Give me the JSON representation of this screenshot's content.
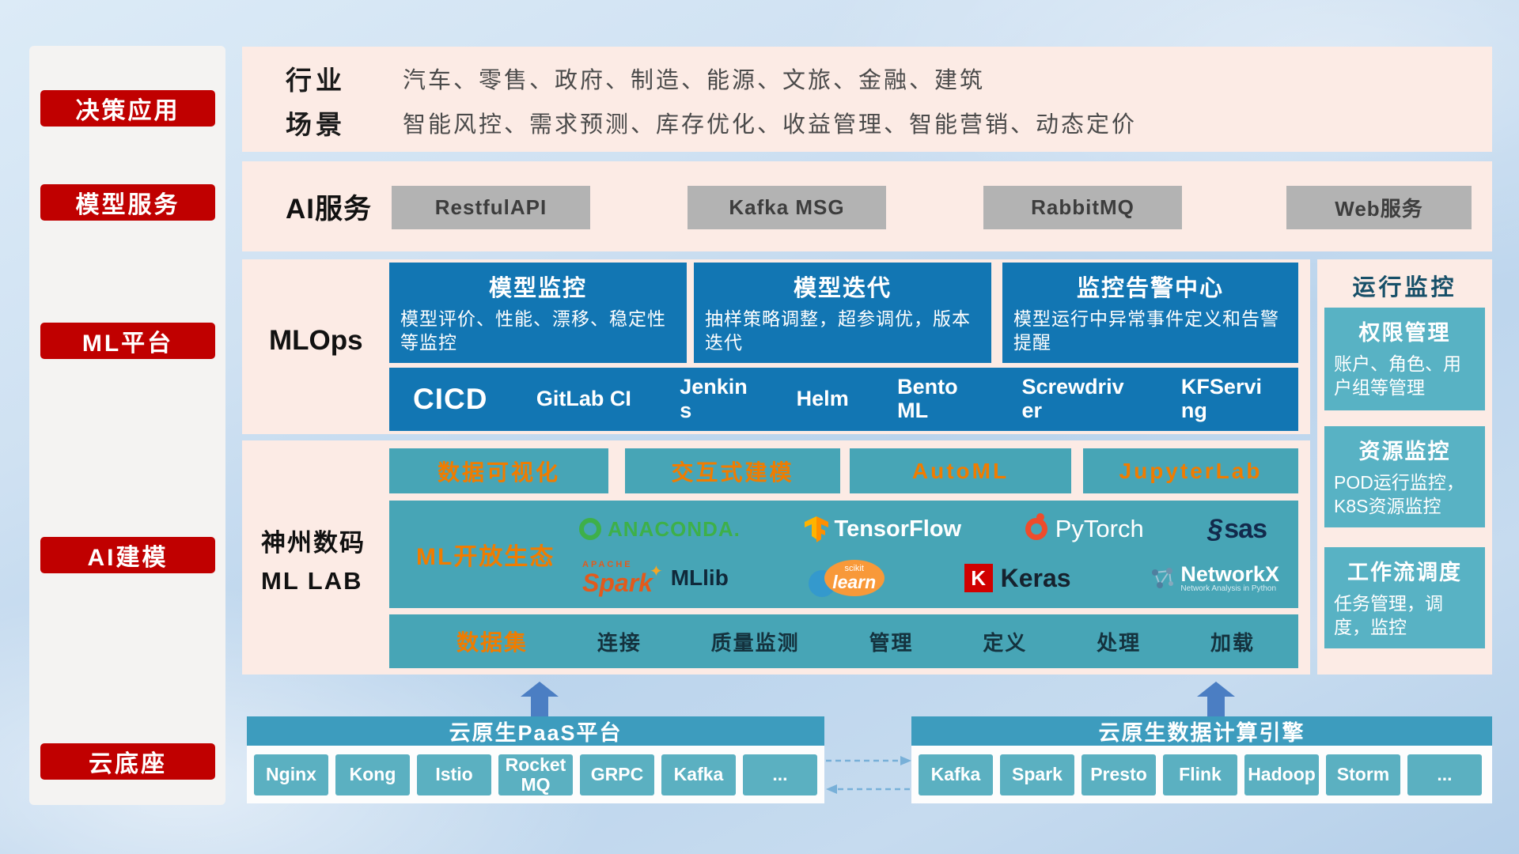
{
  "sidebar": {
    "items": [
      {
        "label": "决策应用"
      },
      {
        "label": "模型服务"
      },
      {
        "label": "ML平台"
      },
      {
        "label": "AI建模"
      },
      {
        "label": "云底座"
      }
    ]
  },
  "industry": {
    "row1_label": "行业",
    "row1_value": "汽车、零售、政府、制造、能源、文旅、金融、建筑",
    "row2_label": "场景",
    "row2_value": "智能风控、需求预测、库存优化、收益管理、智能营销、动态定价"
  },
  "ai_service": {
    "label": "AI服务",
    "buttons": [
      {
        "label": "RestfulAPI"
      },
      {
        "label": "Kafka MSG"
      },
      {
        "label": "RabbitMQ"
      },
      {
        "label": "Web服务"
      }
    ]
  },
  "mlops": {
    "label": "MLOps",
    "cards": [
      {
        "title": "模型监控",
        "desc": "模型评价、性能、漂移、稳定性等监控"
      },
      {
        "title": "模型迭代",
        "desc": "抽样策略调整，超参调优，版本迭代"
      },
      {
        "title": "监控告警中心",
        "desc": "模型运行中异常事件定义和告警提醒"
      }
    ],
    "cicd_label": "CICD",
    "cicd_items": [
      {
        "label": "GitLab CI"
      },
      {
        "label": "Jenkins"
      },
      {
        "label": "Helm"
      },
      {
        "label": "BentoML"
      },
      {
        "label": "Screwdriver"
      },
      {
        "label": "KFServing"
      }
    ]
  },
  "mllab": {
    "label_line1": "神州数码",
    "label_line2": "ML LAB",
    "feature_buttons": [
      {
        "label": "数据可视化"
      },
      {
        "label": "交互式建模"
      },
      {
        "label": "AutoML"
      },
      {
        "label": "JupyterLab"
      }
    ],
    "ecosystem_label": "ML开放生态",
    "logos": {
      "anaconda": "ANACONDA.",
      "tensorflow": "TensorFlow",
      "pytorch": "PyTorch",
      "sas": "sas",
      "spark_small": "APACHE",
      "spark": "Spark",
      "spark_star": "✦",
      "mllib": "MLlib",
      "scikit_small": "scikit",
      "scikit": "learn",
      "keras_k": "K",
      "keras": "Keras",
      "networkx": "NetworkX",
      "networkx_sub": "Network Analysis in Python"
    },
    "dataset_label": "数据集",
    "dataset_items": [
      {
        "label": "连接"
      },
      {
        "label": "质量监测"
      },
      {
        "label": "管理"
      },
      {
        "label": "定义"
      },
      {
        "label": "处理"
      },
      {
        "label": "加载"
      }
    ]
  },
  "monitoring": {
    "title": "运行监控",
    "cards": [
      {
        "title": "权限管理",
        "desc": "账户、角色、用户组等管理"
      },
      {
        "title": "资源监控",
        "desc": "POD运行监控，K8S资源监控"
      },
      {
        "title": "工作流调度",
        "desc": "任务管理，调度，监控"
      }
    ]
  },
  "cloud": {
    "paas_title": "云原生PaaS平台",
    "paas_items": [
      {
        "label": "Nginx"
      },
      {
        "label": "Kong"
      },
      {
        "label": "Istio"
      },
      {
        "label": "RocketMQ"
      },
      {
        "label": "GRPC"
      },
      {
        "label": "Kafka"
      },
      {
        "label": "..."
      }
    ],
    "engine_title": "云原生数据计算引擎",
    "engine_items": [
      {
        "label": "Kafka"
      },
      {
        "label": "Spark"
      },
      {
        "label": "Presto"
      },
      {
        "label": "Flink"
      },
      {
        "label": "Hadoop"
      },
      {
        "label": "Storm"
      },
      {
        "label": "..."
      }
    ]
  },
  "colors": {
    "red": "#c00000",
    "blue": "#1276b3",
    "teal": "#47a5b6",
    "teal_light": "#58b2c4",
    "orange": "#f07c00",
    "pink_panel": "#fcebe5",
    "gray_button": "#b3b3b3",
    "arrow_blue": "#4b7ec3"
  }
}
